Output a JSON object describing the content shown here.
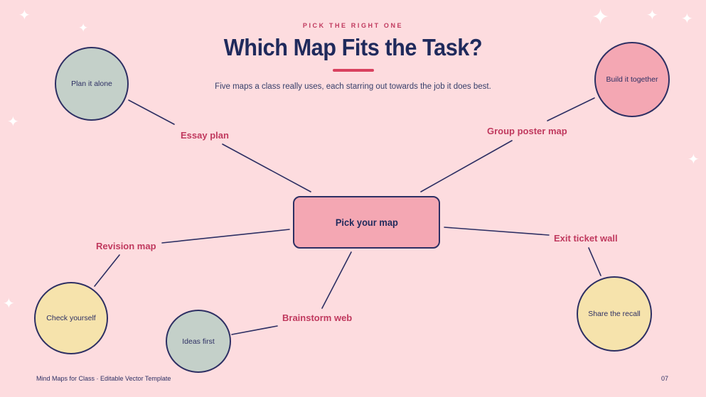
{
  "header": {
    "kicker": "PICK THE RIGHT ONE",
    "title": "Which Map Fits the Task?",
    "subtitle": "Five maps a class really uses, each starring out towards the job it does best."
  },
  "hub": {
    "label": "Pick your map"
  },
  "branches": [
    {
      "label": "Essay plan",
      "circle": "Plan it alone"
    },
    {
      "label": "Group poster map",
      "circle": "Build it together"
    },
    {
      "label": "Revision map",
      "circle": "Check yourself"
    },
    {
      "label": "Brainstorm web",
      "circle": "Ideas first"
    },
    {
      "label": "Exit ticket wall",
      "circle": "Share the recall"
    }
  ],
  "footer": {
    "left": "Mind Maps for Class · Editable Vector Template",
    "page": "07"
  },
  "colors": {
    "background": "#fddcdf",
    "title": "#1f2a5c",
    "accent": "#c0395e",
    "stroke": "#2d2f63",
    "sage": "#c4d0c9",
    "pink": "#f4a7b3",
    "cream": "#f6e3ac"
  },
  "icons": [
    "sparkle-icon"
  ]
}
